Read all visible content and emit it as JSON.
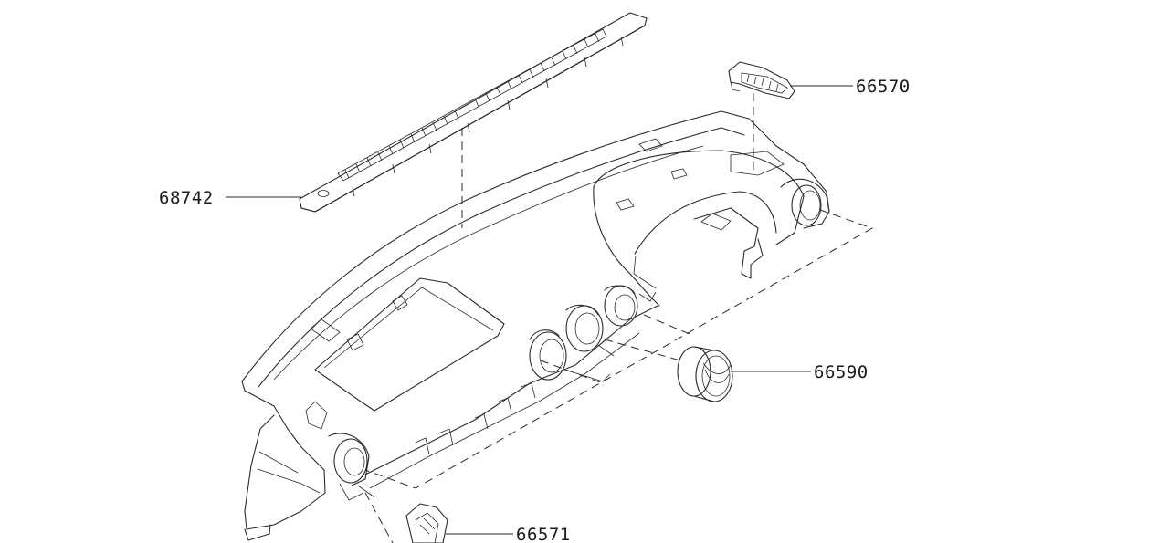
{
  "diagram": {
    "parts": [
      {
        "id": "dash-vent-strip",
        "number": "68742"
      },
      {
        "id": "side-vent-right",
        "number": "66570"
      },
      {
        "id": "center-vent-round",
        "number": "66590"
      },
      {
        "id": "side-vent-left",
        "number": "66571"
      }
    ]
  }
}
